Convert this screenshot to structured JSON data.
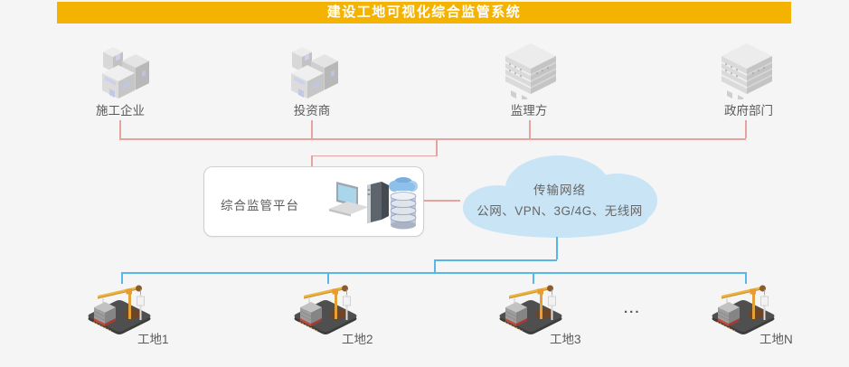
{
  "header": {
    "title": "建设工地可视化综合监管系统"
  },
  "stakeholders": [
    {
      "label": "施工企业",
      "icon": "factory-building-icon"
    },
    {
      "label": "投资商",
      "icon": "factory-building-icon"
    },
    {
      "label": "监理方",
      "icon": "office-building-icon"
    },
    {
      "label": "政府部门",
      "icon": "office-building-icon"
    }
  ],
  "platform": {
    "label": "综合监管平台",
    "icon": "laptop-server-database-icon"
  },
  "network": {
    "title": "传输网络",
    "subtitle": "公网、VPN、3G/4G、无线网",
    "icon": "cloud-shape"
  },
  "sites": [
    {
      "label": "工地1"
    },
    {
      "label": "工地2"
    },
    {
      "label": "工地3"
    },
    {
      "label": "工地N"
    }
  ],
  "ellipsis": "...",
  "colors": {
    "header_bg": "#f5b301",
    "header_text": "#ffffff",
    "stakeholder_line": "#e5a3a0",
    "site_line": "#57b7e7",
    "cloud_fill": "#c9e4f5",
    "label_text": "#595959",
    "background": "#f5f5f6"
  }
}
